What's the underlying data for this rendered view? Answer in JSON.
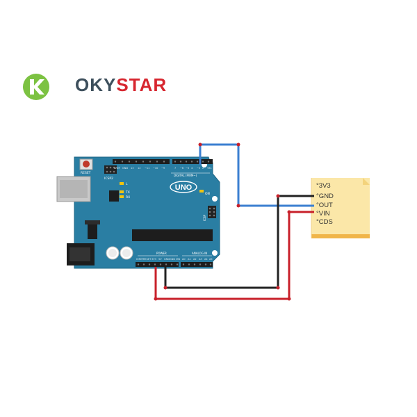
{
  "logo": {
    "text_dark": "OKY",
    "text_accent": "STAR",
    "colors": {
      "green": "#7cc242",
      "dark": "#3d4f5c",
      "red": "#d7262f"
    }
  },
  "board": {
    "model_label": "UNO",
    "reset_label": "RESET",
    "icsp2_label": "ICSP2",
    "digital_label": "DIGITAL (PWM~)",
    "on_label": "ON",
    "icsp_label": "ICSP",
    "power_label": "POWER",
    "analog_label": "ANALOG IN",
    "l_label": "L",
    "tx_label": "TX",
    "rx_label": "RX",
    "color": "#2a7ea3"
  },
  "sensor": {
    "pins": [
      "°3V3",
      "°GND",
      "°OUT",
      "°VIN",
      "°CDS"
    ],
    "color": "#fbe7a8",
    "edge_color": "#f0b54a"
  },
  "wires": {
    "signal_color": "#3b7fd1",
    "ground_color": "#222222",
    "power_color": "#c8202a"
  }
}
